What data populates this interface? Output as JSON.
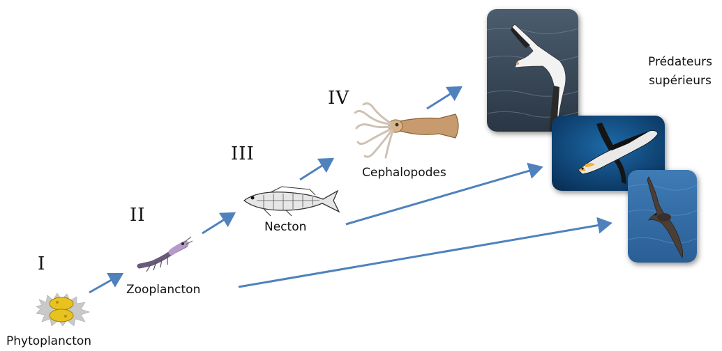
{
  "levels": {
    "I": "I",
    "II": "II",
    "III": "III",
    "IV": "IV"
  },
  "labels": {
    "phytoplancton": "Phytoplancton",
    "zooplancton": "Zooplancton",
    "necton": "Necton",
    "cephalopodes": "Cephalopodes"
  },
  "predators": {
    "title_line1": "Prédateurs",
    "title_line2": "supérieurs"
  },
  "colors": {
    "arrow": "#4f81bd",
    "ocean_dark": "#1b3a5c",
    "ocean_blue": "#0f4f8a",
    "ocean_light": "#3b78b0"
  },
  "icons": [
    "phytoplankton-icon",
    "zooplankton-icon",
    "fish-icon",
    "squid-icon",
    "albatross-photo",
    "penguin-photo",
    "petrel-photo"
  ]
}
